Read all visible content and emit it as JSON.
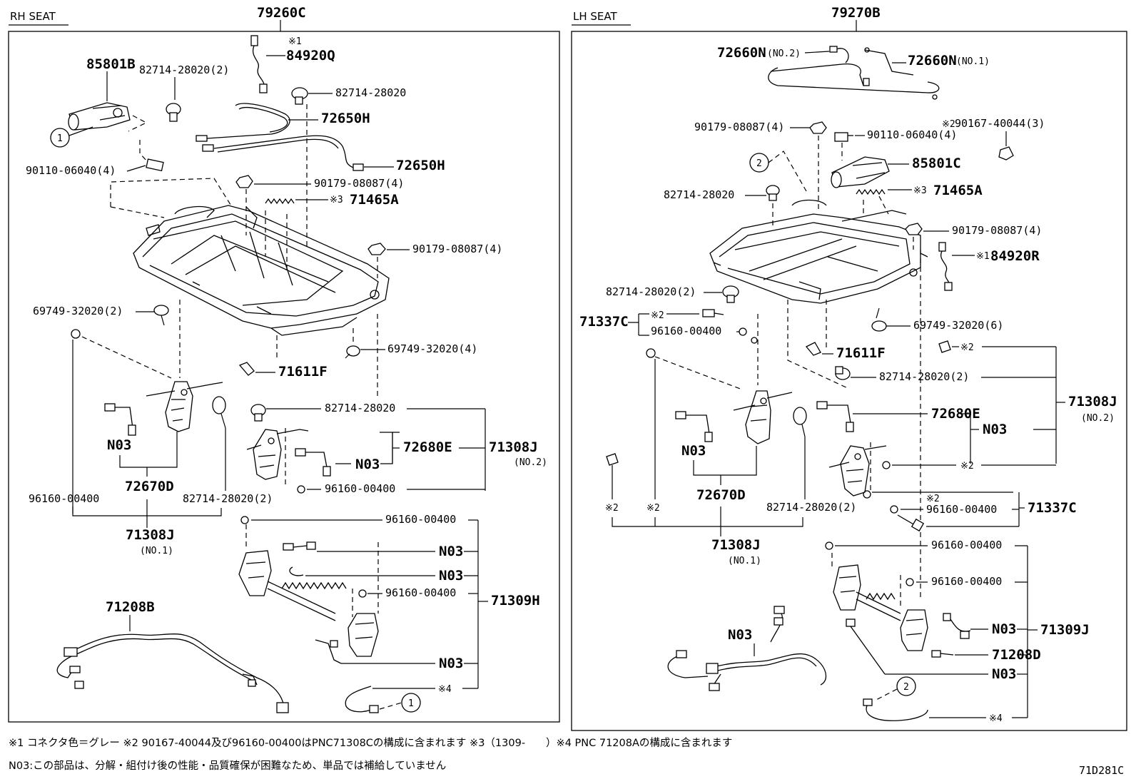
{
  "figure_code": "71D281C",
  "panels": [
    {
      "title": "RH SEAT",
      "assembly": "79260C",
      "labels": [
        "※1",
        "84920Q",
        "85801B",
        "82714-28020(2)",
        "82714-28020",
        "72650H",
        "72650H",
        "90110-06040(4)",
        "90179-08087(4)",
        "※3",
        "71465A",
        "90179-08087(4)",
        "69749-32020(2)",
        "69749-32020(4)",
        "71611F",
        "82714-28020",
        "72680E",
        "71308J",
        "(NO.2)",
        "N03",
        "N03",
        "96160-00400",
        "72670D",
        "96160-00400",
        "82714-28020(2)",
        "71308J",
        "(NO.1)",
        "96160-00400",
        "N03",
        "N03",
        "96160-00400",
        "71309H",
        "71208B",
        "N03",
        "※4",
        "1",
        "1"
      ]
    },
    {
      "title": "LH SEAT",
      "assembly": "79270B",
      "labels": [
        "72660N",
        "(NO.2)",
        "72660N",
        "(NO.1)",
        "90179-08087(4)",
        "90110-06040(4)",
        "※2",
        "90167-40044(3)",
        "85801C",
        "82714-28020",
        "※3",
        "71465A",
        "90179-08087(4)",
        "※1",
        "84920R",
        "82714-28020(2)",
        "71337C",
        "※2",
        "96160-00400",
        "69749-32020(6)",
        "71611F",
        "※2",
        "82714-28020(2)",
        "71308J",
        "(NO.2)",
        "N03",
        "72680E",
        "N03",
        "※2",
        "72670D",
        "※2",
        "※2",
        "※2",
        "96160-00400",
        "71337C",
        "82714-28020(2)",
        "71308J",
        "(NO.1)",
        "96160-00400",
        "96160-00400",
        "N03",
        "71309J",
        "71208D",
        "N03",
        "N03",
        "※4",
        "2",
        "2"
      ]
    }
  ],
  "notes": [
    "※1 コネクタ色＝グレー ※2 90167-40044及び96160-00400はPNC71308Cの構成に含まれます ※3（1309-　　）※4 PNC 71208Aの構成に含まれます",
    "N03:この部品は、分解・組付け後の性能・品質確保が困難なため、単品では補給していません"
  ]
}
